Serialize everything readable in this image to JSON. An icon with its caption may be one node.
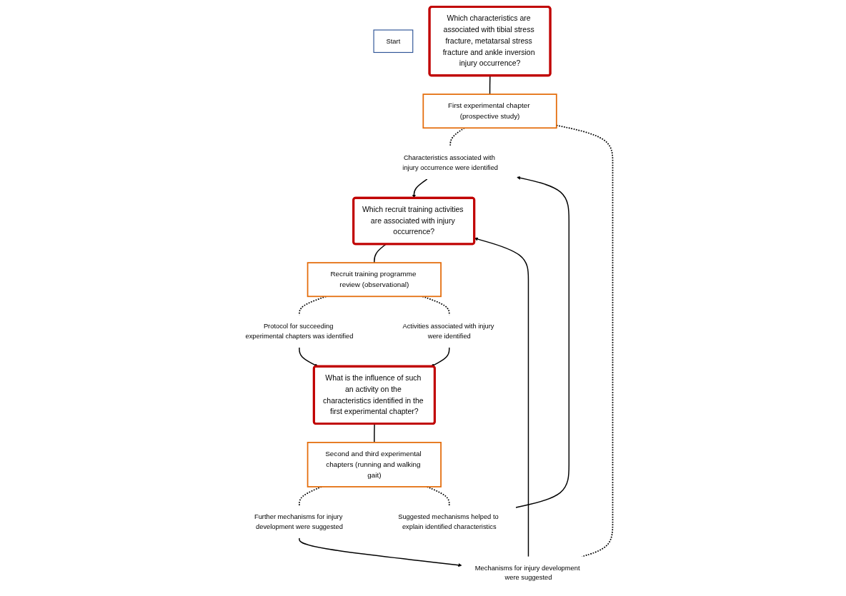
{
  "diagram": {
    "nodes": [
      {
        "text": [
          "Start"
        ]
      },
      {
        "text": [
          "Which characteristics are associated with tibial stress fracture, metatarsal stress fracture and ankle inversion injury occurrence?"
        ]
      },
      {
        "text": [
          "First experimental chapter (prospective study)"
        ]
      },
      {
        "text": [
          "Characteristics associated with injury occurrence were identified"
        ]
      },
      {
        "text": [
          "Mechanisms for injury development were suggested"
        ]
      },
      {
        "text": [
          "Which recruit training activities are associated with injury occurrence?"
        ]
      },
      {
        "text": [
          "Recruit training programme review (observational)"
        ]
      },
      {
        "text": [
          "Protocol for succeeding experimental chapters was identified"
        ]
      },
      {
        "text": [
          "Activities associated with injury were identified"
        ]
      },
      {
        "text": [
          "What is the influence of such an activity on the characteristics identified in the first experimental chapter?"
        ]
      },
      {
        "text": [
          "Second and third experimental chapters (running and walking gait)"
        ]
      },
      {
        "text": [
          "Further mechanisms for injury development were suggested"
        ]
      },
      {
        "text": [
          "Suggested mechanisms helped to explain identified characteristics"
        ]
      }
    ],
    "edges": [
      {
        "from": 1,
        "to": 2,
        "arrow": "none"
      },
      {
        "from": 2,
        "to": 3,
        "arrow": "none",
        "style": "dashed"
      },
      {
        "from": 2,
        "to": 4,
        "arrow": "none",
        "style": "dashed"
      },
      {
        "from": 3,
        "to": 5,
        "arrow": "to"
      },
      {
        "from": 4,
        "to": 5,
        "arrow": "to"
      },
      {
        "from": 5,
        "to": 6,
        "arrow": "none"
      },
      {
        "from": 6,
        "to": 7,
        "arrow": "none",
        "style": "dashed"
      },
      {
        "from": 6,
        "to": 8,
        "arrow": "none",
        "style": "dashed"
      },
      {
        "from": 7,
        "to": 9,
        "arrow": "to"
      },
      {
        "from": 8,
        "to": 9,
        "arrow": "to"
      },
      {
        "from": 9,
        "to": 10,
        "arrow": "none"
      },
      {
        "from": 10,
        "to": 11,
        "arrow": "none",
        "style": "dashed"
      },
      {
        "from": 10,
        "to": 12,
        "arrow": "none",
        "style": "dashed"
      },
      {
        "from": 11,
        "to": 4,
        "arrow": "to"
      },
      {
        "from": 12,
        "to": 3,
        "arrow": "to"
      }
    ]
  }
}
